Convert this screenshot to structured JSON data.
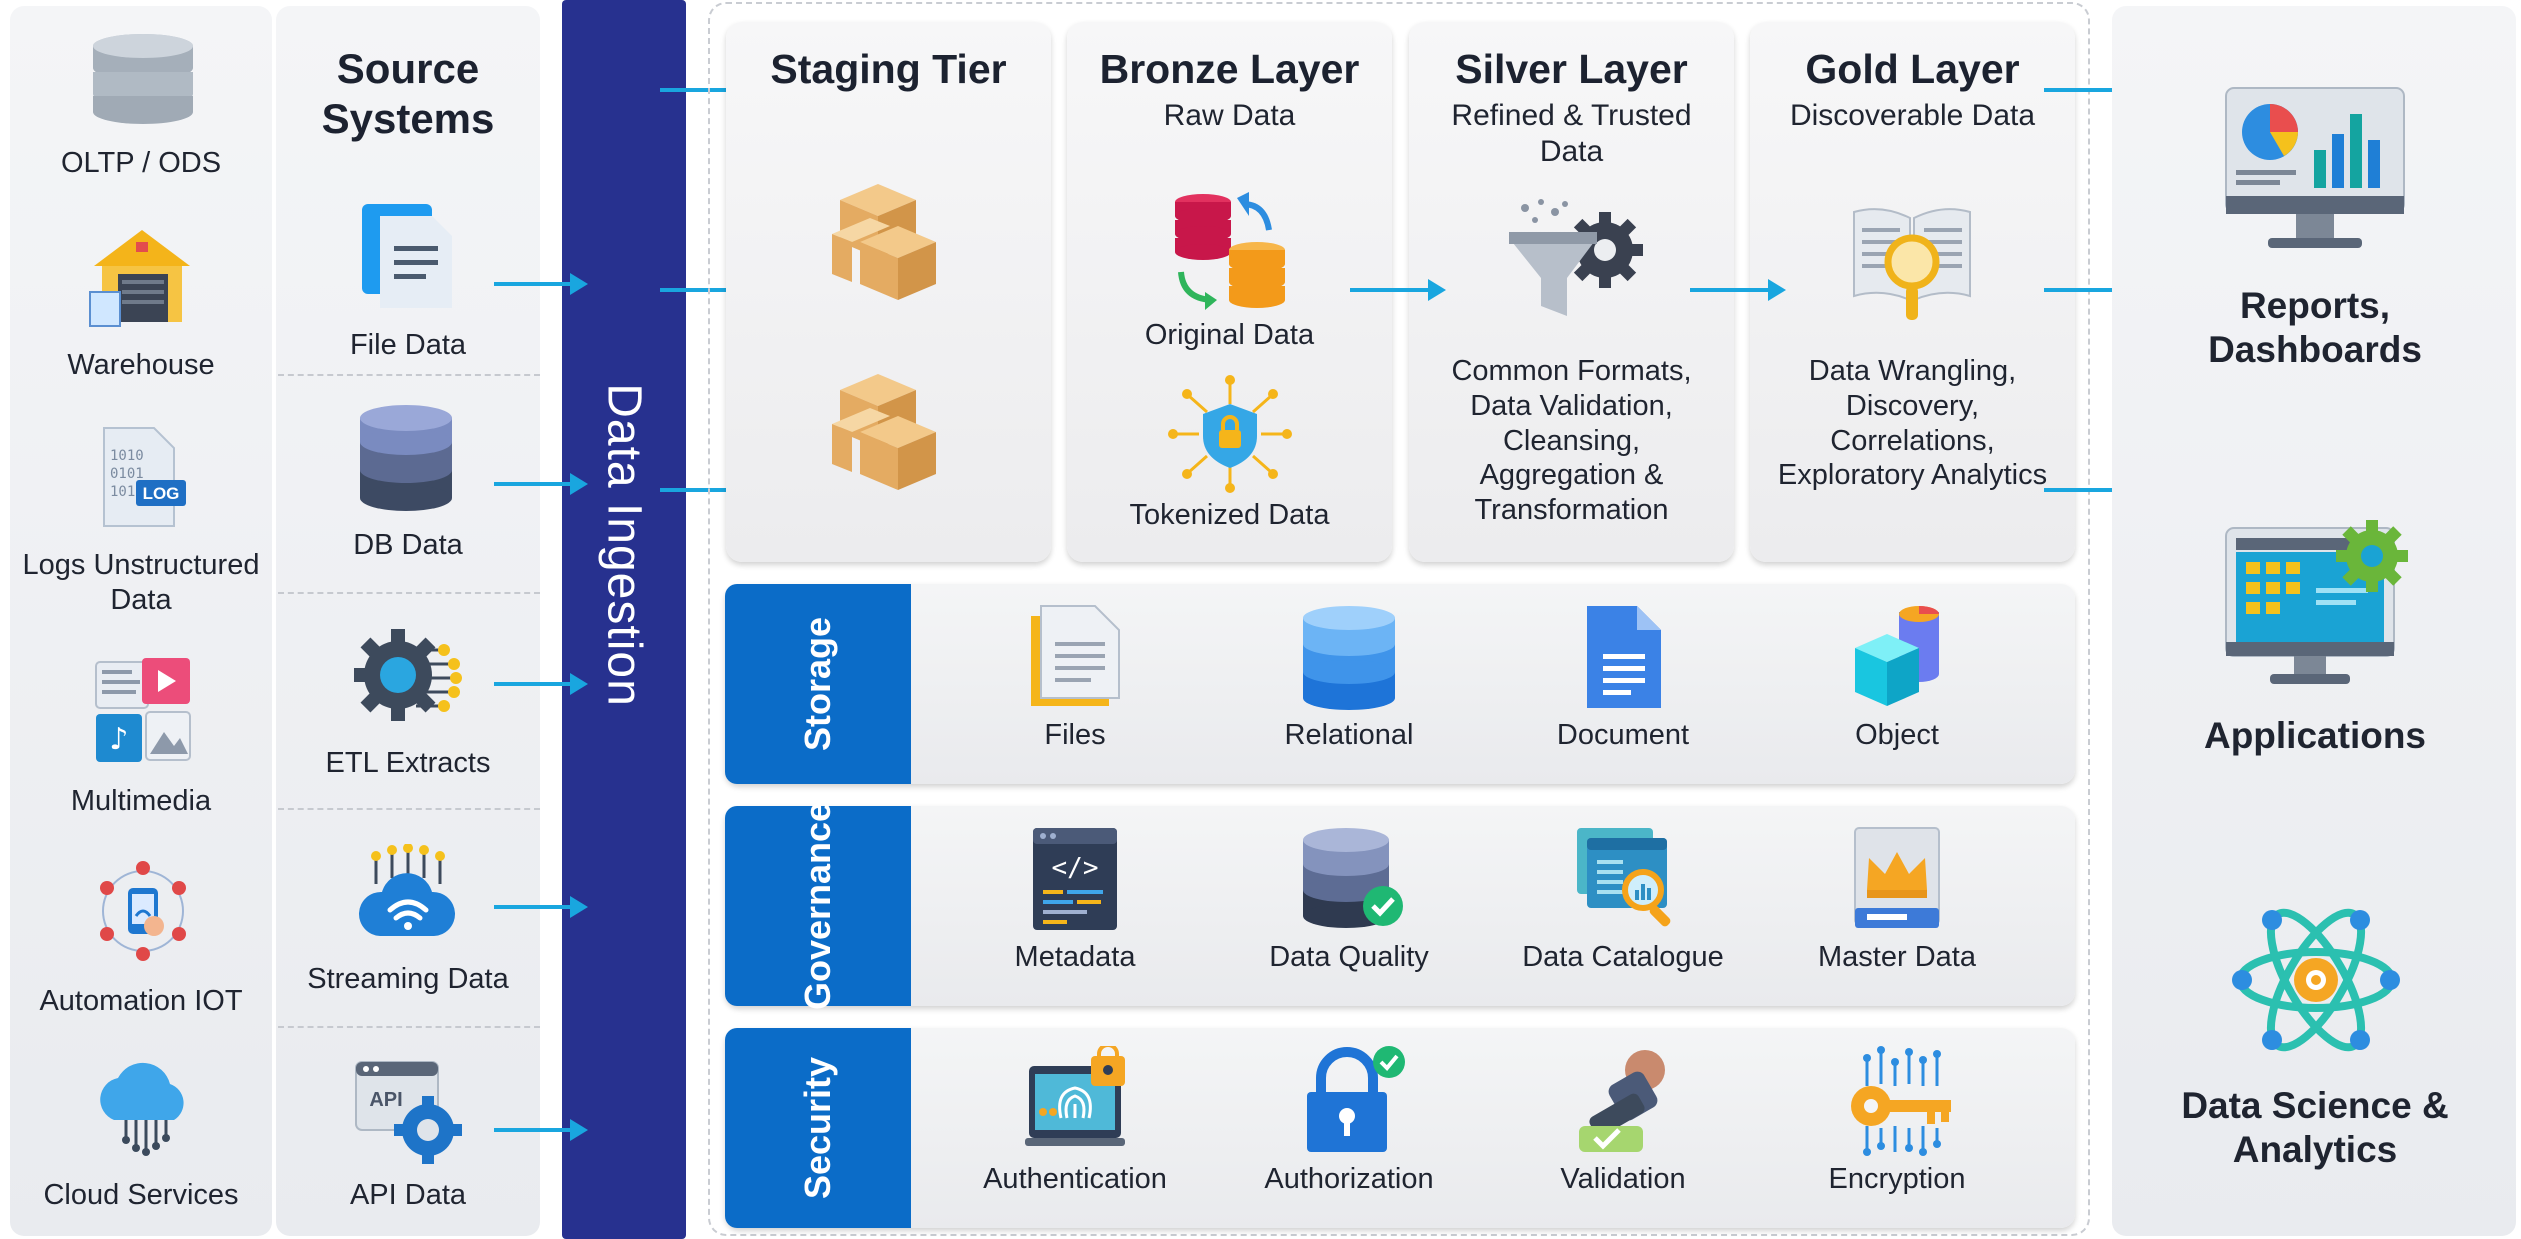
{
  "origin_sources": [
    {
      "label": "OLTP / ODS",
      "icon": "database-stack-icon"
    },
    {
      "label": "Warehouse",
      "icon": "warehouse-icon"
    },
    {
      "label": "Logs Unstructured Data",
      "icon": "log-file-icon"
    },
    {
      "label": "Multimedia",
      "icon": "multimedia-icon"
    },
    {
      "label": "Automation IOT",
      "icon": "iot-network-icon"
    },
    {
      "label": "Cloud Services",
      "icon": "cloud-icon"
    }
  ],
  "source_systems": {
    "title": "Source Systems",
    "items": [
      {
        "label": "File Data",
        "icon": "document-icon"
      },
      {
        "label": "DB Data",
        "icon": "database-icon"
      },
      {
        "label": "ETL Extracts",
        "icon": "gear-network-icon"
      },
      {
        "label": "Streaming Data",
        "icon": "wifi-cloud-icon"
      },
      {
        "label": "API Data",
        "icon": "api-gear-icon"
      }
    ]
  },
  "ingestion": {
    "label": "Data Ingestion"
  },
  "layers": {
    "staging": {
      "title": "Staging Tier"
    },
    "bronze": {
      "title": "Bronze Layer",
      "subtitle": "Raw Data",
      "item_1": "Original Data",
      "item_2": "Tokenized Data"
    },
    "silver": {
      "title": "Silver Layer",
      "subtitle": "Refined & Trusted Data",
      "text": "Common Formats, Data Validation, Cleansing, Aggregation & Transformation"
    },
    "gold": {
      "title": "Gold Layer",
      "subtitle": "Discoverable Data",
      "text": "Data Wrangling, Discovery, Correlations, Exploratory Analytics"
    }
  },
  "bands": [
    {
      "name": "Storage",
      "items": [
        "Files",
        "Relational",
        "Document",
        "Object"
      ]
    },
    {
      "name": "Governance",
      "items": [
        "Metadata",
        "Data Quality",
        "Data Catalogue",
        "Master Data"
      ]
    },
    {
      "name": "Security",
      "items": [
        "Authentication",
        "Authorization",
        "Validation",
        "Encryption"
      ]
    }
  ],
  "consumers": [
    {
      "label": "Reports, Dashboards",
      "icon": "dashboard-monitor-icon"
    },
    {
      "label": "Applications",
      "icon": "app-monitor-icon"
    },
    {
      "label": "Data Science & Analytics",
      "icon": "atom-icon"
    }
  ],
  "colors": {
    "accent": "#0b6cc8",
    "ingestion_bar": "#27318f",
    "arrow": "#19a6df"
  }
}
